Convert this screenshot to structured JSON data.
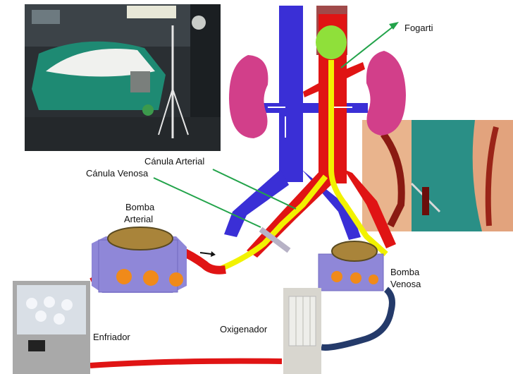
{
  "labels": {
    "fogarti": "Fogarti",
    "canula_arterial": "Cánula Arterial",
    "canula_venosa": "Cánula Venosa",
    "bomba_arterial_line1": "Bomba",
    "bomba_arterial_line2": "Arterial",
    "bomba_venosa_line1": "Bomba",
    "bomba_venosa_line2": "Venosa",
    "enfriador": "Enfriador",
    "oxigenador": "Oxigenador"
  },
  "colors": {
    "vein": "#3a2fd6",
    "artery": "#e01414",
    "cannula": "#f2f200",
    "kidney": "#d23f8a",
    "clamp": "#8fe03a",
    "pump_body": "#8f87d8",
    "pump_roller": "#f08a1a",
    "pump_cap": "#a9843a",
    "annotation_line": "#22a34a",
    "venous_line": "#243a6a"
  },
  "icons": {
    "or_photo": "operating-room-photo",
    "surgery_photo": "surgical-field-photo",
    "cooler": "ice-machine-illustration",
    "oxygenator": "oxygenator-illustration",
    "flow_arrow": "arrow-right-icon"
  }
}
